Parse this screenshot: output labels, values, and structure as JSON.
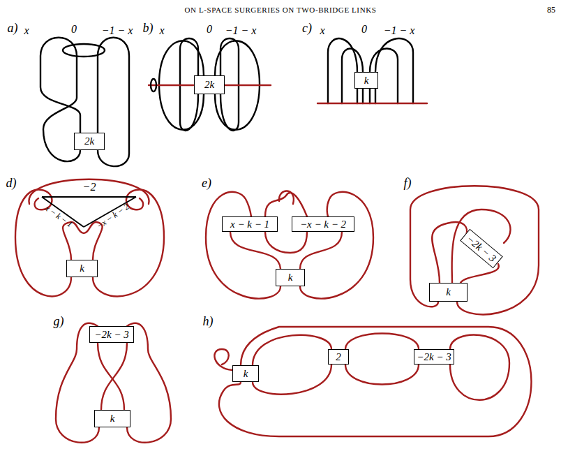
{
  "diagram": {
    "nodes": [
      {
        "text": [
          "2k"
        ]
      },
      {
        "text": [
          "2k"
        ]
      },
      {
        "text": [
          "k"
        ]
      },
      {
        "text": [
          "k"
        ]
      },
      {
        "text": [
          "x − k − 1"
        ]
      },
      {
        "text": [
          "−x − k − 2"
        ]
      },
      {
        "text": [
          "k"
        ]
      },
      {
        "text": [
          "−2k − 3"
        ]
      },
      {
        "text": [
          "k"
        ]
      },
      {
        "text": [
          "−2k − 3"
        ]
      },
      {
        "text": [
          "k"
        ]
      },
      {
        "text": [
          "k"
        ]
      },
      {
        "text": [
          "2"
        ]
      },
      {
        "text": [
          "−2k − 3"
        ]
      }
    ],
    "labels": [
      "ON L-SPACE SURGERIES ON TWO-BRIDGE LINKS",
      "85",
      "a)",
      "x",
      "0",
      "−1 − x",
      "b)",
      "x",
      "0",
      "−1 − x",
      "c)",
      "x",
      "0",
      "−1 − x",
      "d)",
      "−2",
      "x − k − 1",
      "−x − k − 2",
      "e)",
      "f)",
      "g)",
      "h)"
    ]
  }
}
